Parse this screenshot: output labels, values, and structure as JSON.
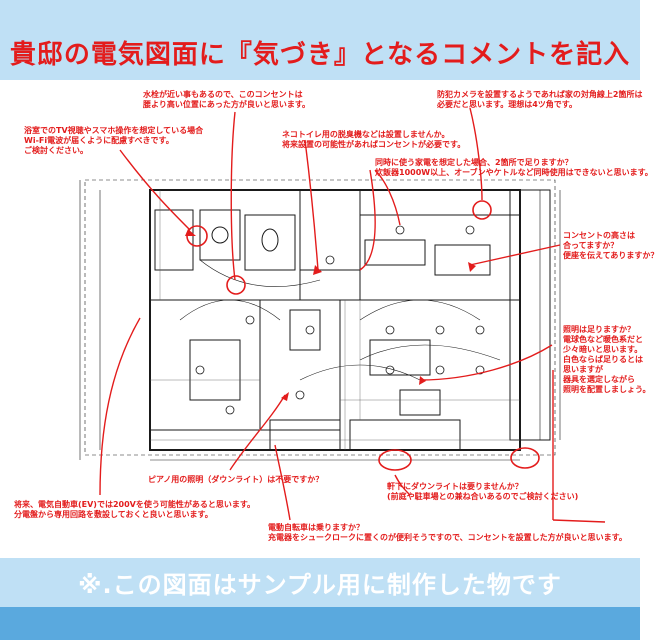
{
  "header": {
    "title": "貴邸の電気図面に『気づき』となるコメントを記入"
  },
  "notes": {
    "bath_tv": [
      "浴室でのTV視聴やスマホ操作を想定している場合",
      "Wi-Fi電波が届くように配慮すべきです。",
      "ご検討ください。"
    ],
    "water_outlet": [
      "水栓が近い事もあるので、このコンセントは",
      "腰より高い位置にあった方が良いと思います。"
    ],
    "security_camera": [
      "防犯カメラを設置するようであれば家の対角線上2箇所は",
      "必要だと思います。理想は4ツ角です。"
    ],
    "toilet_fan": [
      "ネコトイレ用の脱臭機などは設置しませんか。",
      "将来設置の可能性があればコンセントが必要です。"
    ],
    "kitchen_circuit": [
      "同時に使う家電を想定した場合、2箇所で足りますか？",
      "炊飯器1000W以上、オーブンやケトルなど同時使用はできないと思います。"
    ],
    "outlet_height": [
      "コンセントの高さは",
      "合ってますか？",
      "便座を伝えてありますか？"
    ],
    "lighting": [
      "照明は足りますか？",
      "電球色など暖色系だと",
      "少々暗いと思います。",
      "白色ならば足りるとは",
      "思いますが",
      "器具を選定しながら",
      "照明を配置しましょう。"
    ],
    "piano_light": "ピアノ用の照明（ダウンライト）は不要ですか？",
    "ev_charger": [
      "将来、電気自動車(EV)では200Vを使う可能性があると思います。",
      "分電盤から専用回路を敷設しておくと良いと思います。"
    ],
    "eaves_downlight": [
      "軒下にダウンライトは要りませんか？",
      "(前庭や駐車場との兼ね合いあるのでご検討ください)"
    ],
    "bicycle": [
      "電動自転車は乗りますか？",
      "充電器をシュークロークに置くのが便利そうですので、コンセントを設置した方が良いと思います。"
    ]
  },
  "footer": {
    "caption": "※.この図面はサンプル用に制作した物です"
  },
  "colors": {
    "accent": "#e31c1c",
    "banner": "#bfe0f5",
    "band": "#5aa9de",
    "drawing": "#1a1a1a"
  }
}
